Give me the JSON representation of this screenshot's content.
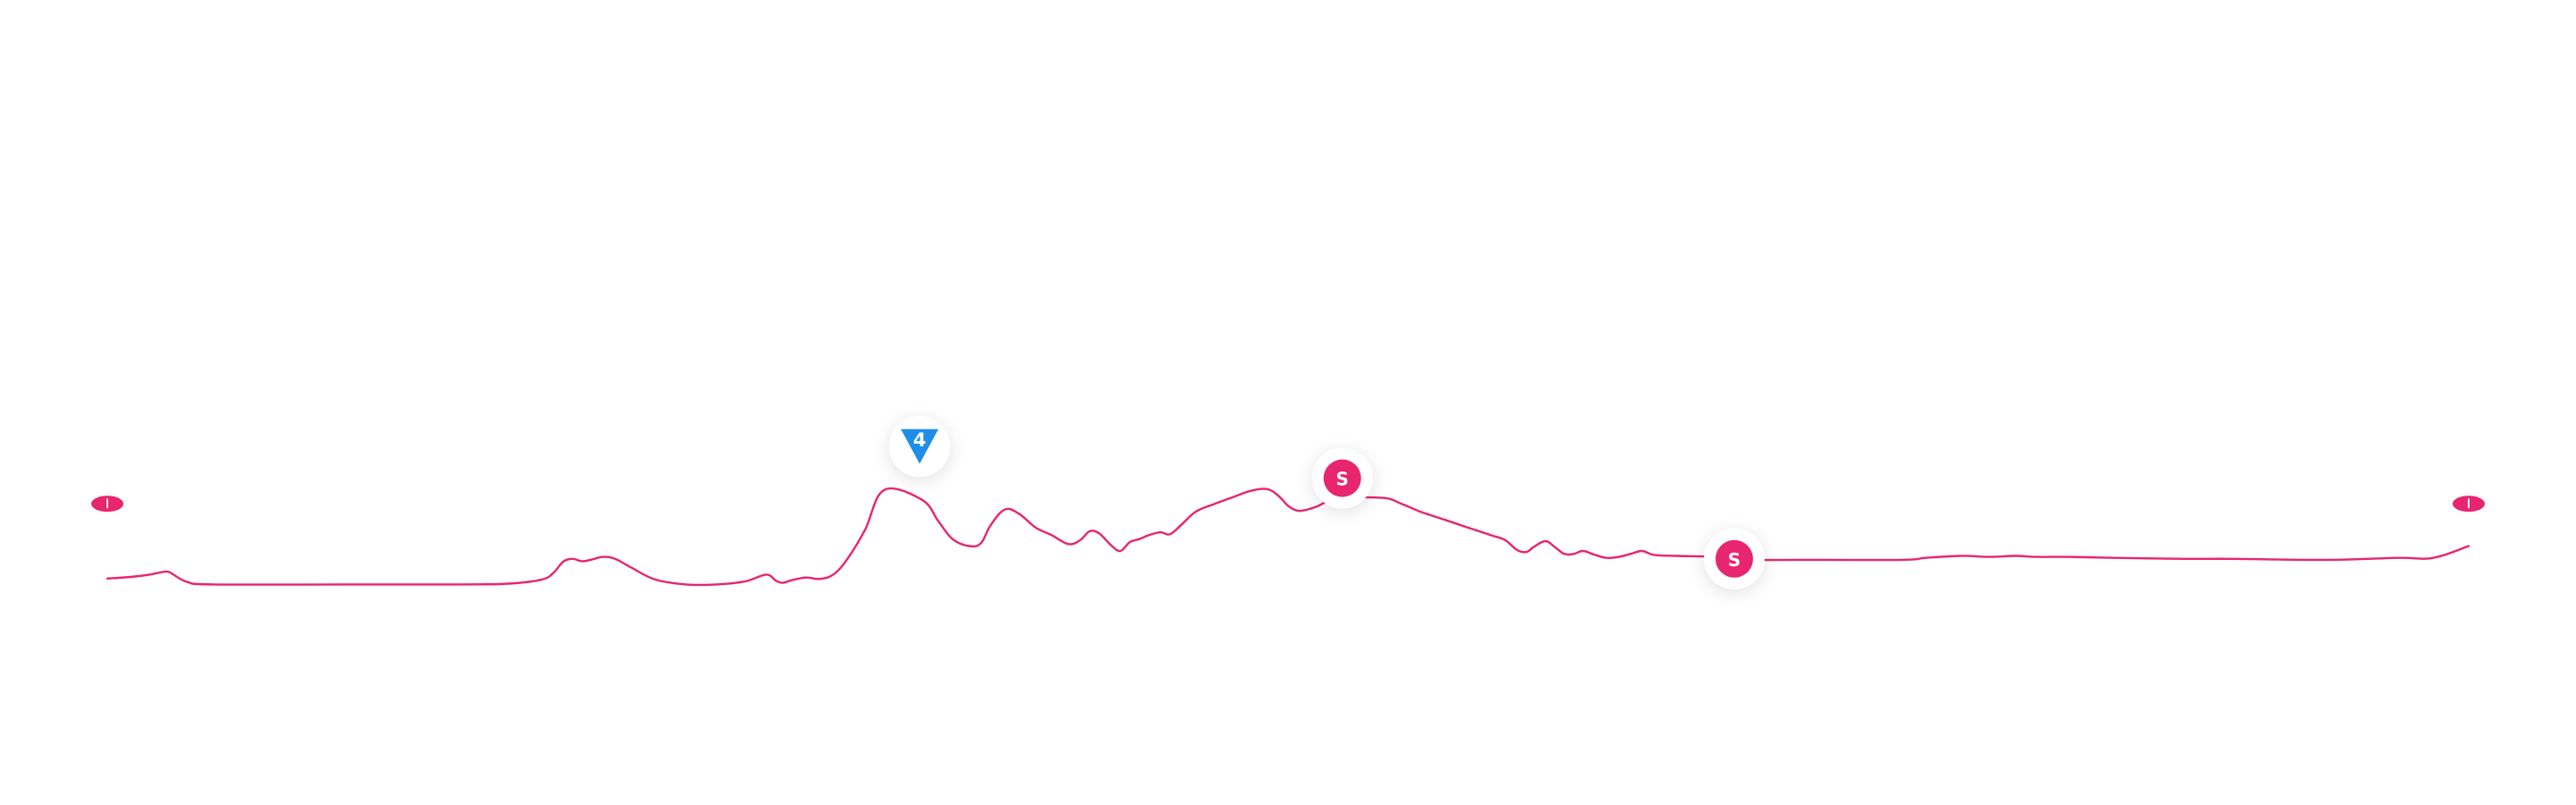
{
  "colors": {
    "line": "#E8256F",
    "sprint_marker": "#E8256F",
    "climb_marker": "#1E8EE8",
    "marker_text": "#FFFFFF",
    "background": "#FFFFFF"
  },
  "icons": {
    "start": "flag-icon",
    "finish": "flag-icon"
  },
  "chart_data": {
    "type": "line",
    "xlim": [
      0,
      1000
    ],
    "ylim": [
      0,
      100
    ],
    "grid": false,
    "legend": "none",
    "series": [
      {
        "values_note": "",
        "points": [
          [
            0,
            6.0
          ],
          [
            10,
            6.8
          ],
          [
            18,
            8.0
          ],
          [
            25,
            9.5
          ],
          [
            28,
            8.0
          ],
          [
            34,
            4.2
          ],
          [
            45,
            3.0
          ],
          [
            100,
            3.0
          ],
          [
            150,
            3.0
          ],
          [
            170,
            3.4
          ],
          [
            184,
            5.5
          ],
          [
            189,
            9.0
          ],
          [
            193,
            14.5
          ],
          [
            197,
            16.0
          ],
          [
            201,
            14.8
          ],
          [
            205,
            15.6
          ],
          [
            210,
            17.0
          ],
          [
            215,
            16.0
          ],
          [
            222,
            11.5
          ],
          [
            232,
            5.5
          ],
          [
            245,
            3.0
          ],
          [
            258,
            3.0
          ],
          [
            270,
            4.5
          ],
          [
            279,
            8.0
          ],
          [
            283,
            5.0
          ],
          [
            286,
            3.8
          ],
          [
            290,
            5.2
          ],
          [
            296,
            6.5
          ],
          [
            302,
            5.8
          ],
          [
            308,
            8.5
          ],
          [
            314,
            17.0
          ],
          [
            321,
            31.0
          ],
          [
            329,
            51.0
          ],
          [
            345,
            46.0
          ],
          [
            352,
            35.0
          ],
          [
            358,
            26.0
          ],
          [
            365,
            22.5
          ],
          [
            370,
            24.0
          ],
          [
            374,
            33.0
          ],
          [
            380,
            41.0
          ],
          [
            386,
            39.0
          ],
          [
            393,
            32.0
          ],
          [
            400,
            28.0
          ],
          [
            407,
            23.5
          ],
          [
            412,
            25.5
          ],
          [
            416,
            30.0
          ],
          [
            420,
            29.0
          ],
          [
            425,
            23.0
          ],
          [
            429,
            20.0
          ],
          [
            433,
            24.5
          ],
          [
            437,
            26.0
          ],
          [
            441,
            28.0
          ],
          [
            446,
            29.5
          ],
          [
            450,
            28.5
          ],
          [
            455,
            33.5
          ],
          [
            461,
            40.0
          ],
          [
            469,
            44.0
          ],
          [
            477,
            47.5
          ],
          [
            484,
            50.5
          ],
          [
            491,
            51.5
          ],
          [
            496,
            48.0
          ],
          [
            500,
            43.0
          ],
          [
            504,
            40.5
          ],
          [
            508,
            41.0
          ],
          [
            512,
            42.5
          ],
          [
            521,
            46.5
          ],
          [
            540,
            47.0
          ],
          [
            548,
            44.0
          ],
          [
            556,
            40.0
          ],
          [
            566,
            36.0
          ],
          [
            576,
            32.0
          ],
          [
            586,
            28.0
          ],
          [
            592,
            25.5
          ],
          [
            597,
            20.5
          ],
          [
            601,
            19.5
          ],
          [
            604,
            22.0
          ],
          [
            609,
            25.0
          ],
          [
            613,
            22.0
          ],
          [
            617,
            18.5
          ],
          [
            621,
            18.5
          ],
          [
            625,
            20.0
          ],
          [
            630,
            18.0
          ],
          [
            635,
            16.5
          ],
          [
            640,
            17.0
          ],
          [
            645,
            18.5
          ],
          [
            650,
            20.0
          ],
          [
            655,
            18.0
          ],
          [
            665,
            17.5
          ],
          [
            680,
            17.0
          ],
          [
            692,
            15.5
          ],
          [
            715,
            15.5
          ],
          [
            760,
            15.5
          ],
          [
            770,
            16.5
          ],
          [
            785,
            17.5
          ],
          [
            797,
            17.0
          ],
          [
            808,
            17.5
          ],
          [
            817,
            17.0
          ],
          [
            830,
            17.0
          ],
          [
            850,
            16.5
          ],
          [
            880,
            16.0
          ],
          [
            900,
            16.0
          ],
          [
            940,
            15.5
          ],
          [
            970,
            16.5
          ],
          [
            985,
            16.5
          ],
          [
            1000,
            22.5
          ]
        ]
      }
    ],
    "markers": [
      {
        "x": 0,
        "y": 44.0,
        "label": "",
        "kind": "start",
        "icon": "flag-icon"
      },
      {
        "x": 1000,
        "y": 44.0,
        "label": "",
        "kind": "finish",
        "icon": "flag-icon"
      },
      {
        "x": 344,
        "y": 74.0,
        "label": "4",
        "kind": "climb"
      },
      {
        "x": 523,
        "y": 57.0,
        "label": "S",
        "kind": "sprint"
      },
      {
        "x": 689,
        "y": 16.0,
        "label": "S",
        "kind": "sprint"
      }
    ]
  }
}
